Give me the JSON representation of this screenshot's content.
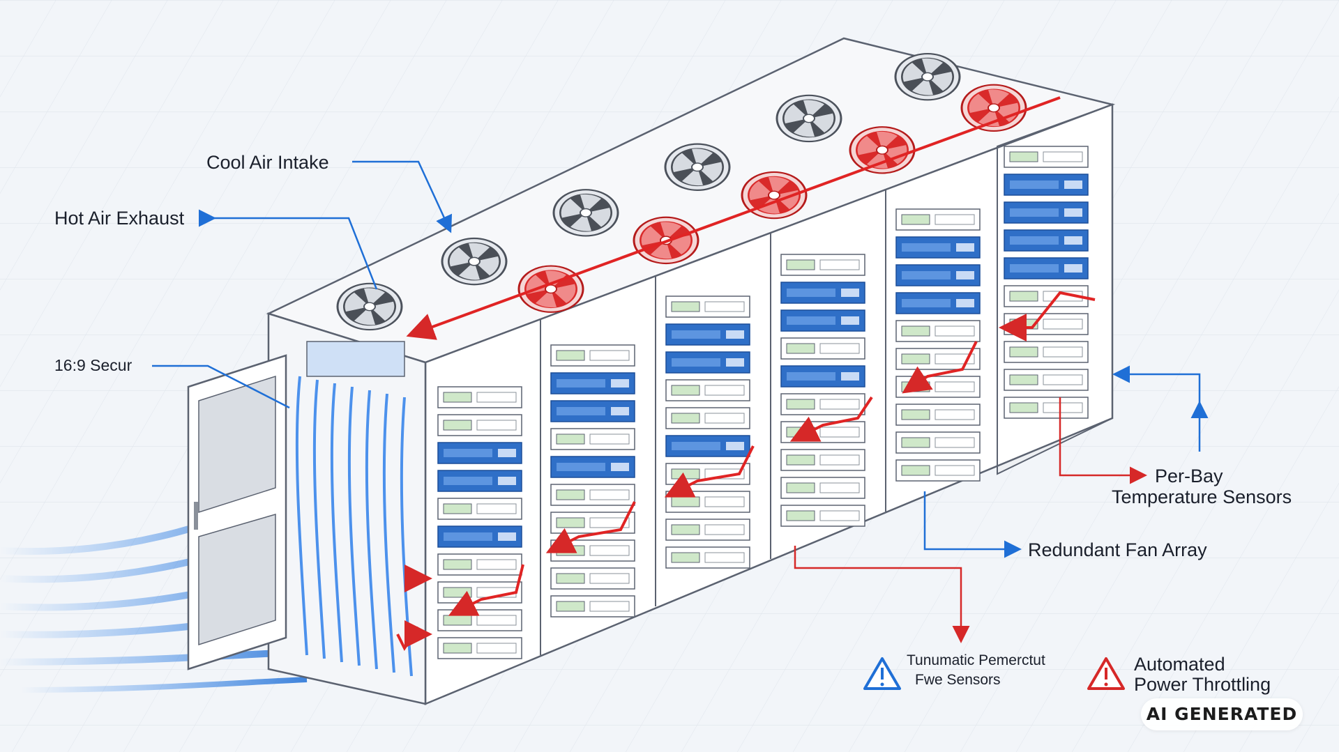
{
  "labels": {
    "cool_air_intake": "Cool Air Intake",
    "hot_air_exhaust": "Hot Air Exhaust",
    "sector": "16:9 Secur",
    "per_bay_line1": "Per-Bay",
    "per_bay_line2": "Temperature Sensors",
    "redundant_fan_array": "Redundant Fan Array",
    "warn_left_line1": "Tunumatic Pemerctut",
    "warn_left_line2": "Fwe Sensors",
    "warn_right_line1": "Automated",
    "warn_right_line2": "Power Throttling"
  },
  "badge": "AI GENERATED",
  "colors": {
    "cool_flow": "#1f6fd6",
    "hot_flow": "#e02424",
    "rack_outline": "#5b6270",
    "rack_face": "#ffffff",
    "server_blue": "#2f6fc7",
    "warning_blue": "#1f6fd6",
    "warning_red": "#d62828"
  },
  "icons": [
    "fan-icon",
    "warning-triangle-icon"
  ]
}
